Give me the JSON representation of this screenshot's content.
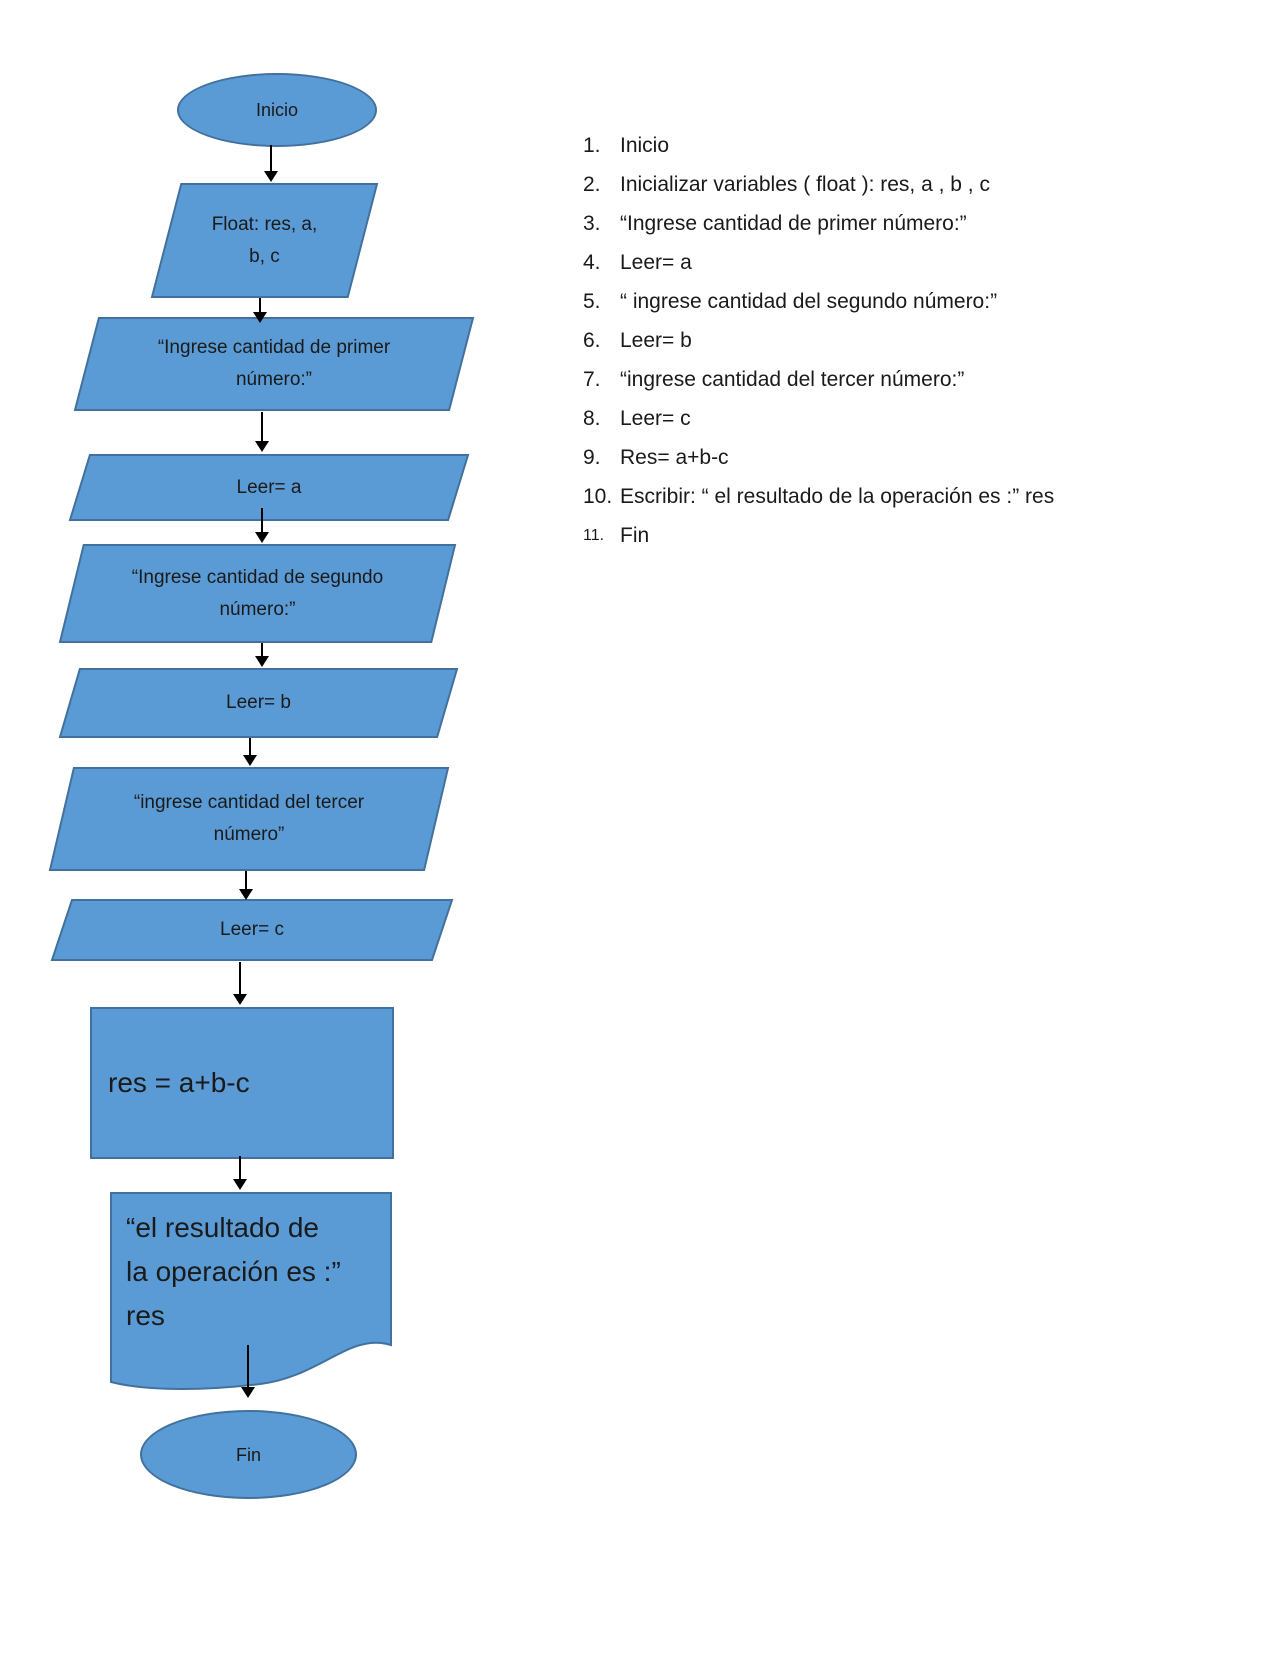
{
  "colors": {
    "shape_fill": "#5B9BD5",
    "shape_border": "#41719C",
    "arrow": "#000000",
    "text": "#1a1a1a"
  },
  "flow": {
    "shapes": {
      "inicio": {
        "type": "terminator",
        "text": "Inicio"
      },
      "float_decl": {
        "type": "parallelogram",
        "text": "Float: res, a,\nb, c"
      },
      "msg_primer": {
        "type": "parallelogram",
        "text": "“Ingrese cantidad de primer\nnúmero:”"
      },
      "leer_a": {
        "type": "parallelogram",
        "text": "Leer= a"
      },
      "msg_segundo": {
        "type": "parallelogram",
        "text": "“Ingrese cantidad de segundo\nnúmero:”"
      },
      "leer_b": {
        "type": "parallelogram",
        "text": "Leer= b"
      },
      "msg_tercer": {
        "type": "parallelogram",
        "text": "“ingrese cantidad del tercer\nnúmero”"
      },
      "leer_c": {
        "type": "parallelogram",
        "text": "Leer= c"
      },
      "res": {
        "type": "process",
        "text": "res = a+b-c"
      },
      "output": {
        "type": "document",
        "text": "“el resultado  de\nla operación es :”\nres"
      },
      "fin": {
        "type": "terminator",
        "text": "Fin"
      }
    }
  },
  "steps": {
    "items": [
      {
        "num": "1.",
        "text": "Inicio"
      },
      {
        "num": "2.",
        "text": "Inicializar variables ( float ): res, a , b , c"
      },
      {
        "num": "3.",
        "text": "“Ingrese cantidad de primer número:”"
      },
      {
        "num": "4.",
        "text": "Leer= a"
      },
      {
        "num": "5.",
        "text": "“ ingrese cantidad del segundo número:”"
      },
      {
        "num": "6.",
        "text": "Leer= b"
      },
      {
        "num": "7.",
        "text": "“ingrese cantidad del tercer número:”"
      },
      {
        "num": "8.",
        "text": "Leer= c"
      },
      {
        "num": "9.",
        "text": "Res= a+b-c"
      },
      {
        "num": "10.",
        "text": "Escribir: “ el resultado de la operación es :” res"
      },
      {
        "num": "11.",
        "text": "Fin"
      }
    ]
  }
}
